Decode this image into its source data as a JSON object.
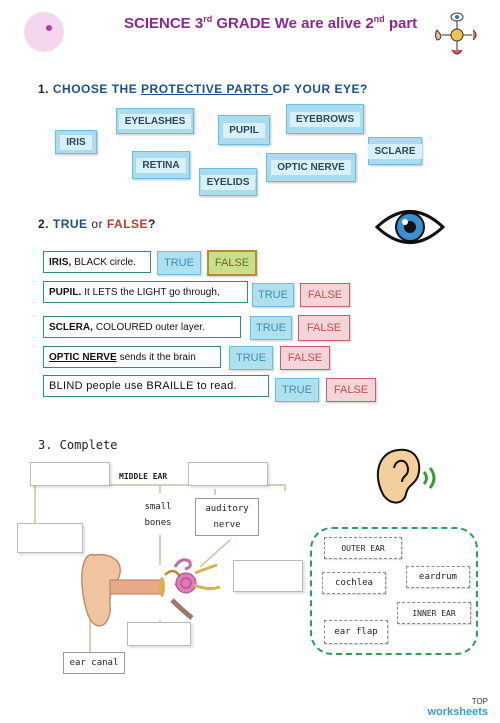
{
  "header": {
    "title_prefix": "SCIENCE 3",
    "title_sup1": "rd",
    "title_mid": " GRADE We are alive 2",
    "title_sup2": "nd",
    "title_suffix": " part"
  },
  "section1": {
    "num": "1.",
    "text_a": "CHOOSE THE ",
    "text_ul": "PROTECTIVE PARTS ",
    "text_b": "OF YOUR EYE?",
    "chips": [
      "IRIS",
      "EYELASHES",
      "PUPIL",
      "EYEBROWS",
      "SCLARE",
      "RETINA",
      "EYELIDS",
      "OPTIC NERVE"
    ]
  },
  "section2": {
    "num": "2.",
    "true_word": "TRUE",
    "or_word": " or ",
    "false_word": "FALSE",
    "q": "?",
    "rows": [
      {
        "bold": "IRIS,",
        "text": "BLACK circle.",
        "true": "TRUE",
        "false": "FALSE"
      },
      {
        "bold": "PUPIL.",
        "text": "It LETS the LIGHT go through,",
        "true": "TRUE",
        "false": "FALSE"
      },
      {
        "bold": "SCLERA,",
        "text": "COLOURED outer layer.",
        "true": "TRUE",
        "false": "FALSE"
      },
      {
        "bold": "OPTIC NERVE",
        "text": "sends it the brain",
        "true": "TRUE",
        "false": "FALSE"
      },
      {
        "bold": "",
        "text": "BLIND people use BRAILLE to read.",
        "true": "TRUE",
        "false": "FALSE"
      }
    ]
  },
  "section3": {
    "title": "3. Complete",
    "middle_ear": "MIDDLE EAR",
    "small_bones": "small bones",
    "auditory_nerve": "auditory nerve",
    "ear_canal": "ear canal",
    "options": [
      "OUTER EAR",
      "cochlea",
      "eardrum",
      "INNER EAR",
      "ear flap"
    ]
  },
  "footer": {
    "brand_top": "TOP",
    "brand_bottom": "worksheets"
  },
  "colors": {
    "title": "#8a2a8f",
    "heading": "#1e4f8a",
    "chip": "#a9dcef",
    "false": "#c0504d",
    "dashed_box": "#2e9e5a"
  }
}
